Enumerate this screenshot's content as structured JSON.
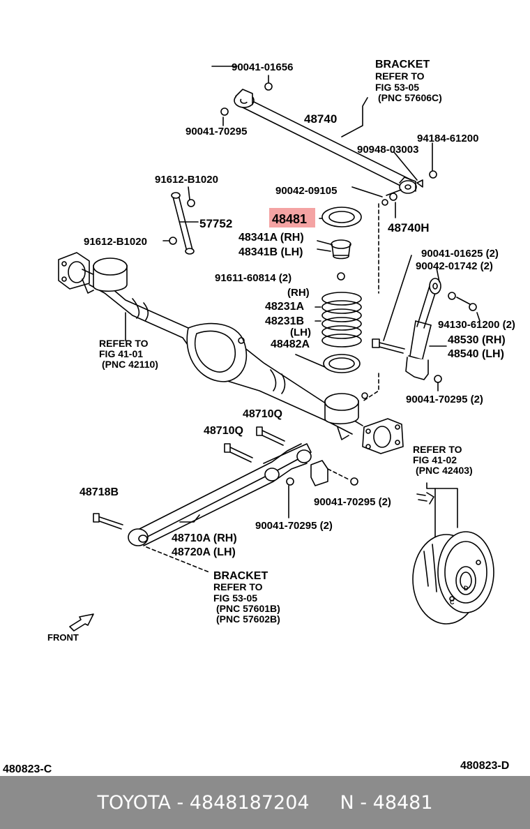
{
  "labels": {
    "p_90041_01656": "90041-01656",
    "p_90041_70295_top": "90041-70295",
    "bracket_top_1": "BRACKET",
    "bracket_top_2": "REFER TO",
    "bracket_top_3": "FIG 53-05",
    "bracket_top_4": "(PNC 57606C)",
    "p_48740": "48740",
    "p_94184_61200": "94184-61200",
    "p_90948_03003": "90948-03003",
    "p_90042_09105": "90042-09105",
    "p_48740h": "48740H",
    "p_91612_b1020_top": "91612-B1020",
    "p_57752": "57752",
    "p_48481": "48481",
    "p_91612_b1020_left": "91612-B1020",
    "p_48341a": "48341A (RH)",
    "p_48341b": "48341B (LH)",
    "p_91611_60814": "91611-60814 (2)",
    "p_rh": "(RH)",
    "p_48231a": "48231A",
    "p_48231b": "48231B",
    "p_lh": "(LH)",
    "p_48482a": "48482A",
    "p_90041_01625": "90041-01625 (2)",
    "p_90042_01742": "90042-01742 (2)",
    "p_94130_61200": "94130-61200 (2)",
    "p_48530": "48530 (RH)",
    "p_48540": "48540 (LH)",
    "p_90041_70295_shock": "90041-70295 (2)",
    "ref_axle_1": "REFER TO",
    "ref_axle_2": "FIG 41-01",
    "ref_axle_3": "(PNC 42110)",
    "p_48710q_a": "48710Q",
    "p_48710q_b": "48710Q",
    "ref_drum_1": "REFER TO",
    "ref_drum_2": "FIG 41-02",
    "ref_drum_3": "(PNC 42403)",
    "p_48718b": "48718B",
    "p_90041_70295_arm_right": "90041-70295 (2)",
    "p_90041_70295_arm_mid": "90041-70295 (2)",
    "p_48710a": "48710A (RH)",
    "p_48720a": "48720A (LH)",
    "bracket_bot_1": "BRACKET",
    "bracket_bot_2": "REFER TO",
    "bracket_bot_3": "FIG 53-05",
    "bracket_bot_4": "(PNC 57601B)",
    "bracket_bot_5": "(PNC 57602B)",
    "front": "FRONT",
    "code_left": "480823-C",
    "code_right": "480823-D",
    "bolt_letter_d": "D",
    "bolt_letter_c": "C"
  },
  "highlight": {
    "part": "48481",
    "color": "#f4a3a3"
  },
  "footer": {
    "brand_part": "TOYOTA - 4848187204",
    "pnc": "N - 48481"
  },
  "colors": {
    "footer_bg": "#8c8c8c",
    "footer_text": "#ffffff",
    "highlight": "#f4a3a3"
  }
}
